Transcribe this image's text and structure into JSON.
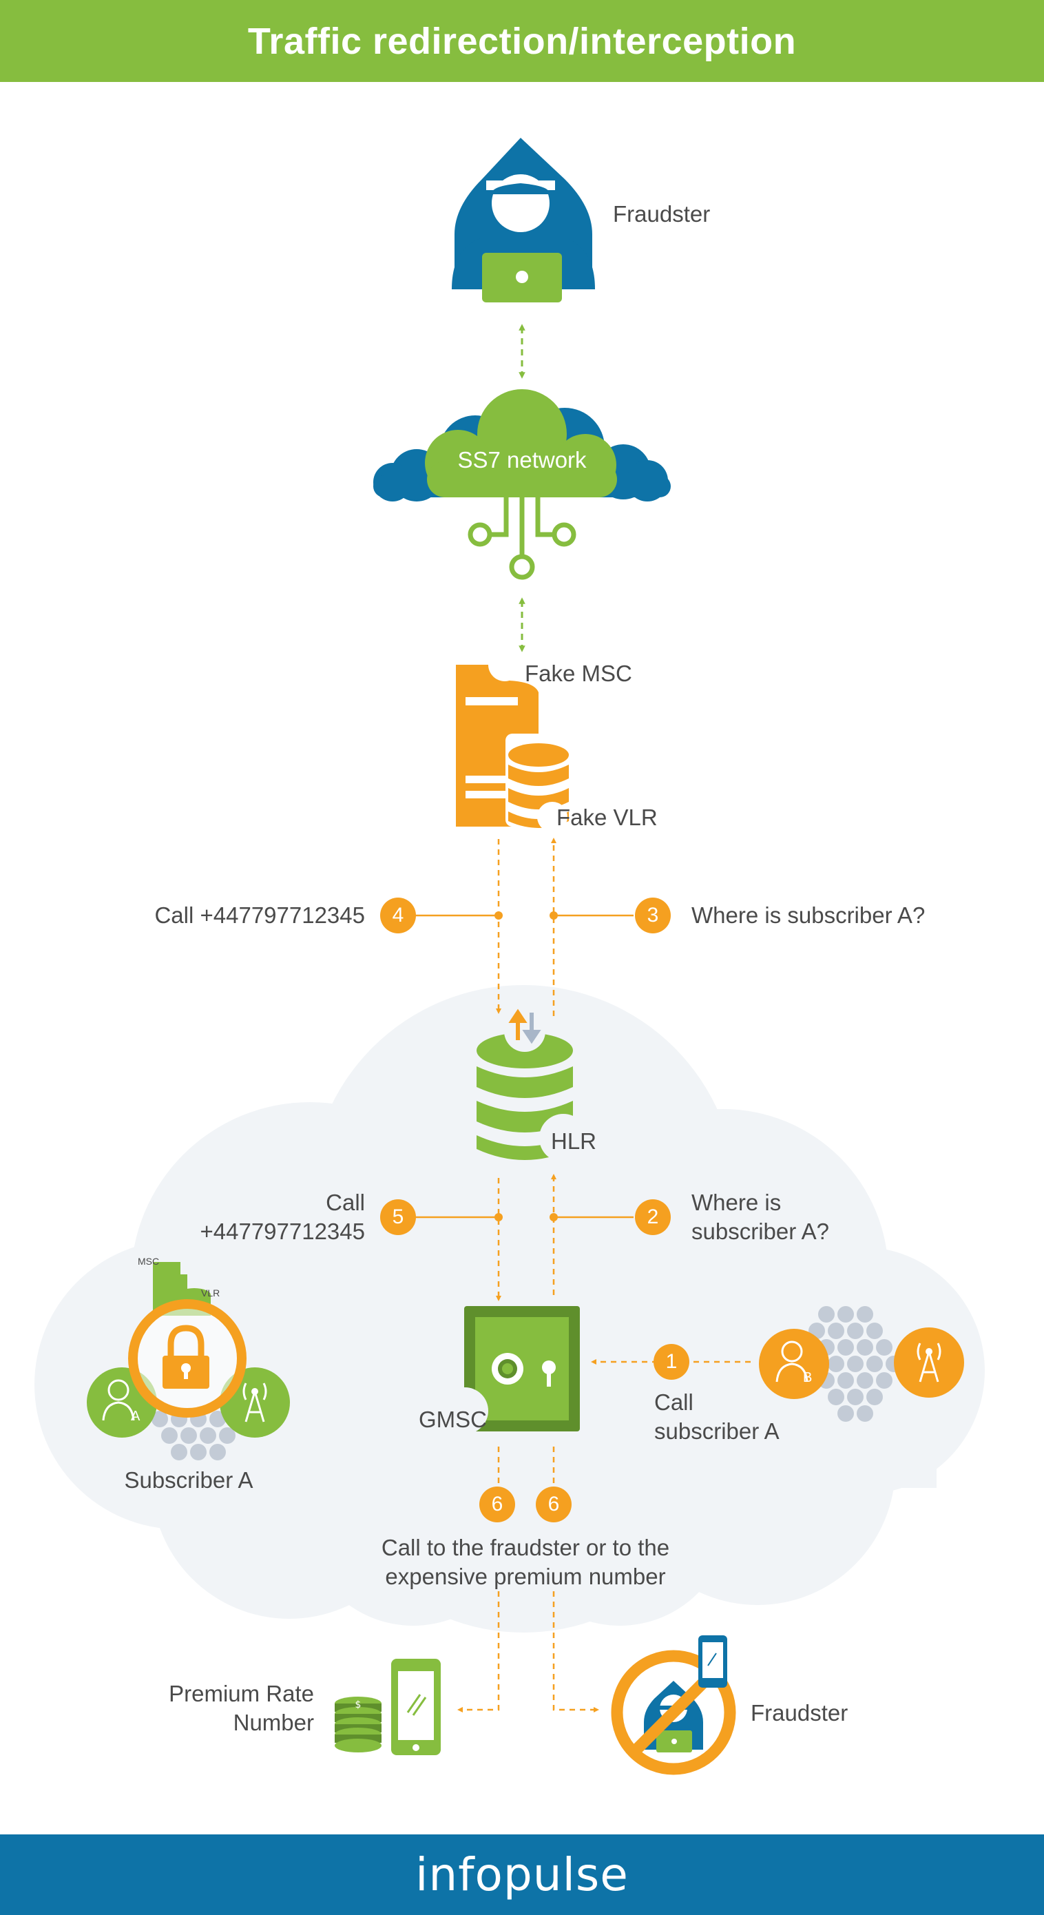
{
  "header": {
    "title": "Traffic redirection/interception"
  },
  "footer": {
    "logo": "infopulse"
  },
  "colors": {
    "green": "#86bd3f",
    "blue": "#0e73a7",
    "orange": "#f5a020",
    "cloud": "#f1f4f7",
    "text": "#4a4a4a"
  },
  "nodes": {
    "fraudster_top": "Fraudster",
    "ss7_network": "SS7 network",
    "fake_msc": "Fake MSC",
    "fake_vlr": "Fake VLR",
    "hlr": "HLR",
    "gmsc": "GMSC",
    "subscriber_a": "Subscriber A",
    "premium_rate_line1": "Premium Rate",
    "premium_rate_line2": "Number",
    "fraudster_bottom": "Fraudster",
    "small_msc": "MSC",
    "small_vlr": "VLR",
    "person_a": "A",
    "person_b": "B"
  },
  "steps": {
    "s1": {
      "number": "1",
      "line1": "Call",
      "line2": "subscriber A"
    },
    "s2": {
      "number": "2",
      "line1": "Where is",
      "line2": "subscriber A?"
    },
    "s3": {
      "number": "3",
      "text": "Where is subscriber A?"
    },
    "s4": {
      "number": "4",
      "text": "Call +447797712345"
    },
    "s5": {
      "number": "5",
      "line1": "Call",
      "line2": "+447797712345"
    },
    "s6a": {
      "number": "6"
    },
    "s6b": {
      "number": "6"
    },
    "s6_text1": "Call to the fraudster or to the",
    "s6_text2": "expensive premium number"
  }
}
